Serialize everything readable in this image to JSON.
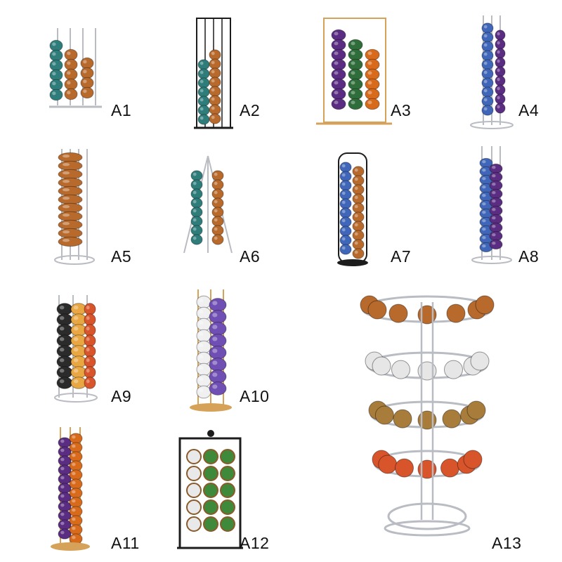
{
  "labels": [
    "A1",
    "A2",
    "A3",
    "A4",
    "A5",
    "A6",
    "A7",
    "A8",
    "A9",
    "A10",
    "A11",
    "A12",
    "A13"
  ],
  "colors": {
    "teal": "#2f7d7a",
    "copper": "#b86a2c",
    "purple": "#5a2d82",
    "green": "#2f6e3a",
    "orange": "#d86a1c",
    "blue": "#3f66b8",
    "chrome": "#b9bcc2",
    "black": "#1c1c1c",
    "gold": "#d6a25a",
    "dolce_red": "#d8542a",
    "dolce_gold": "#a87c3a"
  }
}
